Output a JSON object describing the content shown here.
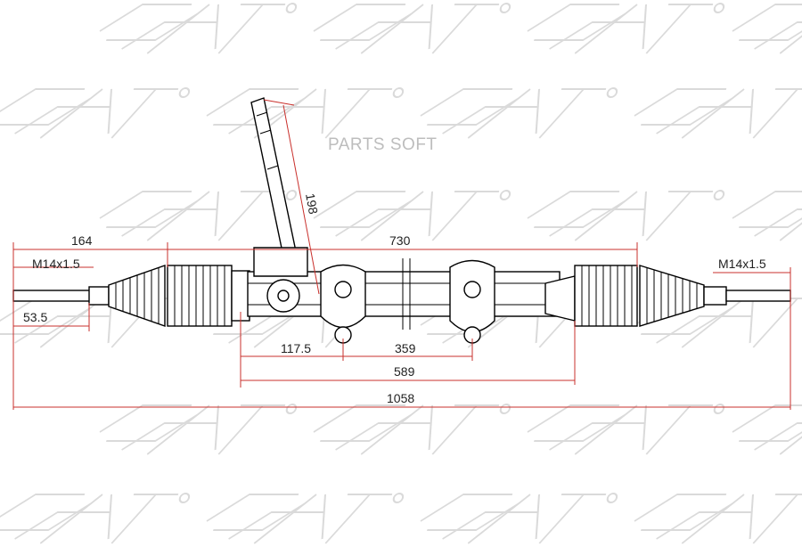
{
  "watermark": {
    "logo_text": "SAT",
    "brand_text": "PARTS SOFT"
  },
  "dimensions": {
    "d164": "164",
    "d730": "730",
    "d198": "198",
    "thread_left": "M14x1.5",
    "thread_right": "M14x1.5",
    "d53_5": "53.5",
    "d117_5": "117.5",
    "d359": "359",
    "d589": "589",
    "d1058": "1058"
  }
}
